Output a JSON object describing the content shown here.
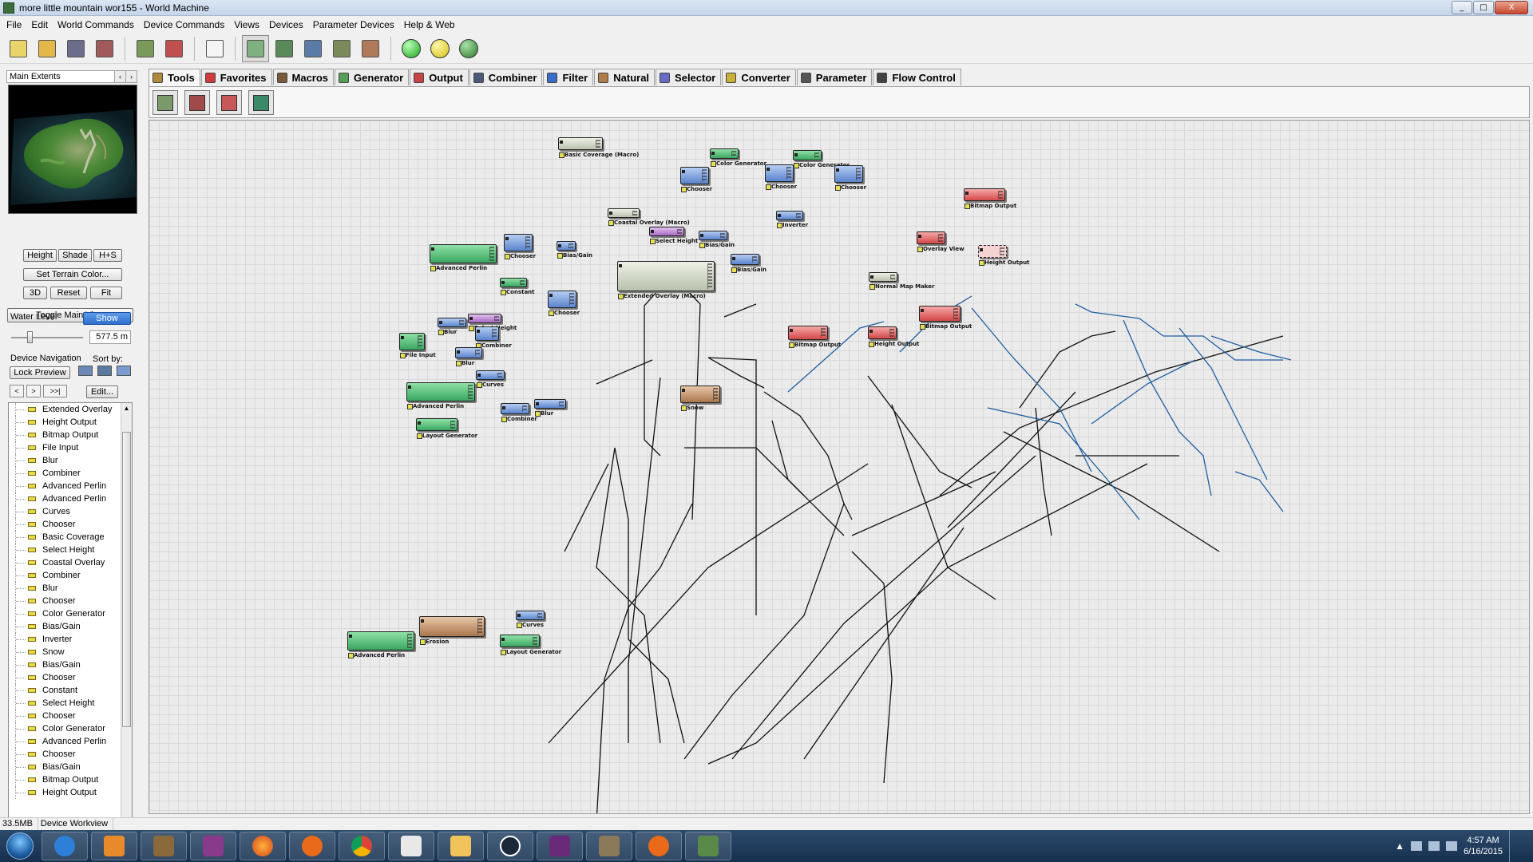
{
  "window": {
    "title": "more little mountain wor155 - World Machine",
    "min": "_",
    "max": "□",
    "close": "X"
  },
  "menu": [
    "File",
    "Edit",
    "World Commands",
    "Device Commands",
    "Views",
    "Devices",
    "Parameter Devices",
    "Help & Web"
  ],
  "left": {
    "preview_title": "Main Extents",
    "arrow_left": "‹",
    "arrow_right": "›",
    "view_height": "Height",
    "view_shade": "Shade",
    "view_hs": "H+S",
    "set_terrain_color": "Set Terrain Color...",
    "btn_3d": "3D",
    "btn_reset": "Reset",
    "btn_fit": "Fit",
    "toggle_main_view": "Toggle Main View",
    "water_level_label": "Water Level",
    "water_show": "Show",
    "water_value": "577.5 m",
    "device_navigation": "Device Navigation",
    "sort_by": "Sort by:",
    "lock_preview": "Lock Preview",
    "nav_prev": "<",
    "nav_next": ">",
    "nav_last": ">>|",
    "edit": "Edit...",
    "devices": [
      "Extended Overlay",
      "Height Output",
      "Bitmap Output",
      "File Input",
      "Blur",
      "Combiner",
      "Advanced Perlin",
      "Advanced Perlin",
      "Curves",
      "Chooser",
      "Basic Coverage",
      "Select Height",
      "Coastal Overlay",
      "Combiner",
      "Blur",
      "Chooser",
      "Color Generator",
      "Bias/Gain",
      "Inverter",
      "Snow",
      "Bias/Gain",
      "Chooser",
      "Constant",
      "Select Height",
      "Chooser",
      "Color Generator",
      "Advanced Perlin",
      "Chooser",
      "Bias/Gain",
      "Bitmap Output",
      "Height Output"
    ]
  },
  "tabs": [
    {
      "label": "Tools",
      "color": "#b08a3c"
    },
    {
      "label": "Favorites",
      "color": "#d03a3a"
    },
    {
      "label": "Macros",
      "color": "#7a5a3a"
    },
    {
      "label": "Generator",
      "color": "#58a05a"
    },
    {
      "label": "Output",
      "color": "#c84444"
    },
    {
      "label": "Combiner",
      "color": "#4a5a78"
    },
    {
      "label": "Filter",
      "color": "#3a6cc8"
    },
    {
      "label": "Natural",
      "color": "#b07c4a"
    },
    {
      "label": "Selector",
      "color": "#6a6ac8"
    },
    {
      "label": "Converter",
      "color": "#c8b03a"
    },
    {
      "label": "Parameter",
      "color": "#555555"
    },
    {
      "label": "Flow Control",
      "color": "#444444"
    }
  ],
  "nodes": [
    {
      "label": "Basic Coverage (Macro)",
      "color": "grey"
    },
    {
      "label": "Color Generator",
      "color": "green"
    },
    {
      "label": "Color Generator",
      "color": "green"
    },
    {
      "label": "Chooser",
      "color": "blue"
    },
    {
      "label": "Chooser",
      "color": "blue"
    },
    {
      "label": "Chooser",
      "color": "blue"
    },
    {
      "label": "Bitmap Output",
      "color": "red"
    },
    {
      "label": "Coastal Overlay (Macro)",
      "color": "grey"
    },
    {
      "label": "Inverter",
      "color": "blue"
    },
    {
      "label": "Select Height",
      "color": "purple"
    },
    {
      "label": "Bias/Gain",
      "color": "blue"
    },
    {
      "label": "Overlay View",
      "color": "red"
    },
    {
      "label": "Height Output",
      "color": "ghost"
    },
    {
      "label": "Advanced Perlin",
      "color": "green"
    },
    {
      "label": "Chooser",
      "color": "blue"
    },
    {
      "label": "Bias/Gain",
      "color": "blue"
    },
    {
      "label": "Bias/Gain",
      "color": "blue"
    },
    {
      "label": "Constant",
      "color": "green"
    },
    {
      "label": "Extended Overlay (Macro)",
      "color": "grey"
    },
    {
      "label": "Normal Map Maker",
      "color": "grey"
    },
    {
      "label": "Chooser",
      "color": "blue"
    },
    {
      "label": "Bitmap Output",
      "color": "red"
    },
    {
      "label": "Blur",
      "color": "blue"
    },
    {
      "label": "Select Height",
      "color": "purple"
    },
    {
      "label": "Combiner",
      "color": "blue"
    },
    {
      "label": "Bitmap Output",
      "color": "red"
    },
    {
      "label": "Height Output",
      "color": "red"
    },
    {
      "label": "File Input",
      "color": "green"
    },
    {
      "label": "Blur",
      "color": "blue"
    },
    {
      "label": "Curves",
      "color": "blue"
    },
    {
      "label": "Advanced Perlin",
      "color": "green"
    },
    {
      "label": "Snow",
      "color": "brown"
    },
    {
      "label": "Combiner",
      "color": "blue"
    },
    {
      "label": "Blur",
      "color": "blue"
    },
    {
      "label": "Layout Generator",
      "color": "green"
    },
    {
      "label": "Curves",
      "color": "blue"
    },
    {
      "label": "Advanced Perlin",
      "color": "green"
    },
    {
      "label": "Erosion",
      "color": "brown"
    },
    {
      "label": "Layout Generator",
      "color": "green"
    }
  ],
  "status": {
    "memory": "33.5MB",
    "view": "Device Workview"
  },
  "clock": {
    "time": "4:57 AM",
    "date": "6/16/2015"
  }
}
